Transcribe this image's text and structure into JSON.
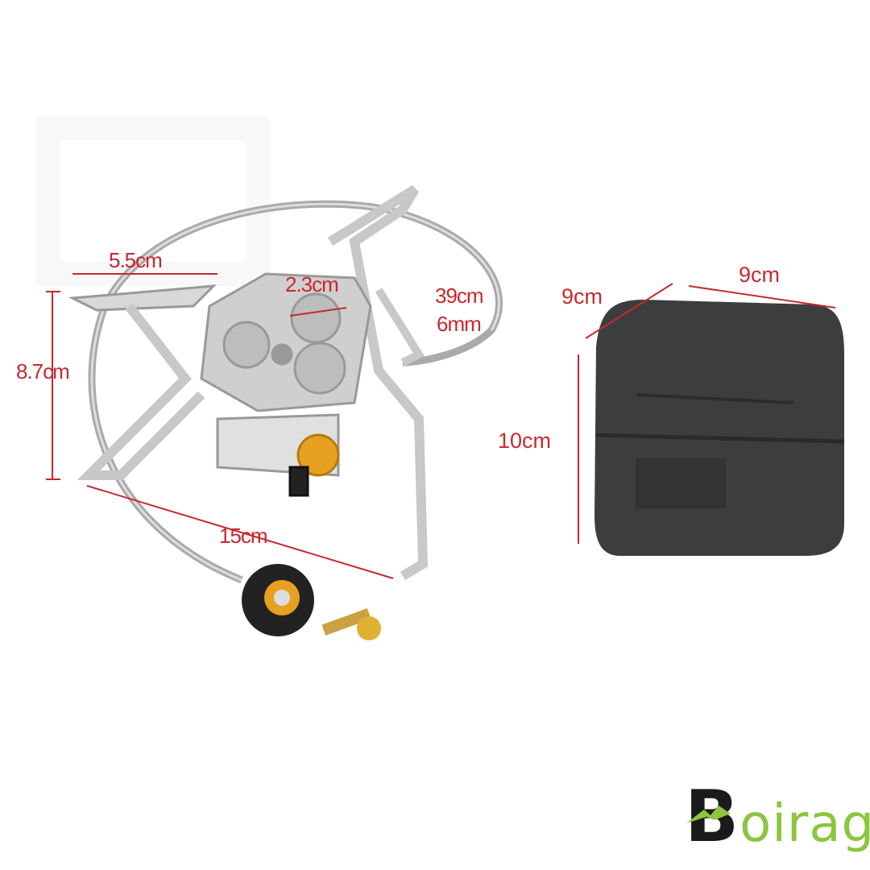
{
  "stove": {
    "dim_width_top": "5.5cm",
    "dim_height": "8.7cm",
    "dim_burner": "2.3cm",
    "dim_hose": "39cm",
    "dim_hose_thickness": "6mm",
    "dim_base": "15cm"
  },
  "case": {
    "dim_depth": "9cm",
    "dim_width": "9cm",
    "dim_height": "10cm"
  },
  "brand": {
    "logo_text": "Boirag",
    "logo_colors": {
      "dark": "#1a1a1a",
      "green": "#8cc63f"
    }
  },
  "colors": {
    "annotation": "#c8282e"
  }
}
